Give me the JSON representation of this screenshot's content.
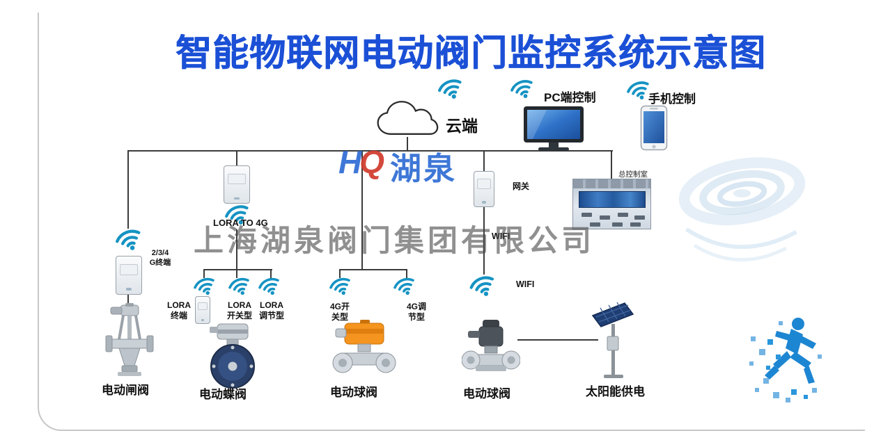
{
  "title": "智能物联网电动阀门监控系统示意图",
  "watermark": "上海湖泉阀门集团有限公司",
  "logo": {
    "h": "H",
    "q": "Q",
    "name": "湖泉"
  },
  "cloud": {
    "label": "云端"
  },
  "top_controls": {
    "pc_label": "PC端控制",
    "phone_label": "手机控制"
  },
  "network": {
    "gateway": "网关",
    "control_room": "总控制室",
    "lora_to_4g": "LORA TO 4G",
    "terminal_2_3_4g": "2/3/4\nG终端",
    "lora_terminal": "LORA\n终端",
    "lora_switch": "LORA\n开关型",
    "lora_regulator": "LORA\n调节型",
    "g4_switch": "4G开\n关型",
    "g4_regulator": "4G调\n节型",
    "wifi_upper": "WIFI",
    "wifi_lower": "WIFI"
  },
  "equipment": {
    "gate_valve": "电动闸阀",
    "butterfly_valve": "电动蝶阀",
    "ball_valve_a": "电动球阀",
    "ball_valve_b": "电动球阀",
    "solar": "太阳能供电"
  },
  "colors": {
    "title_blue": "#1b50d6",
    "wifi_teal": "#1593c3",
    "actuator_orange": "#f5941e",
    "logo_blue": "#2e6cd4",
    "butterfly_navy": "#2a4068",
    "watermark_gray": "#4a4a4a"
  }
}
